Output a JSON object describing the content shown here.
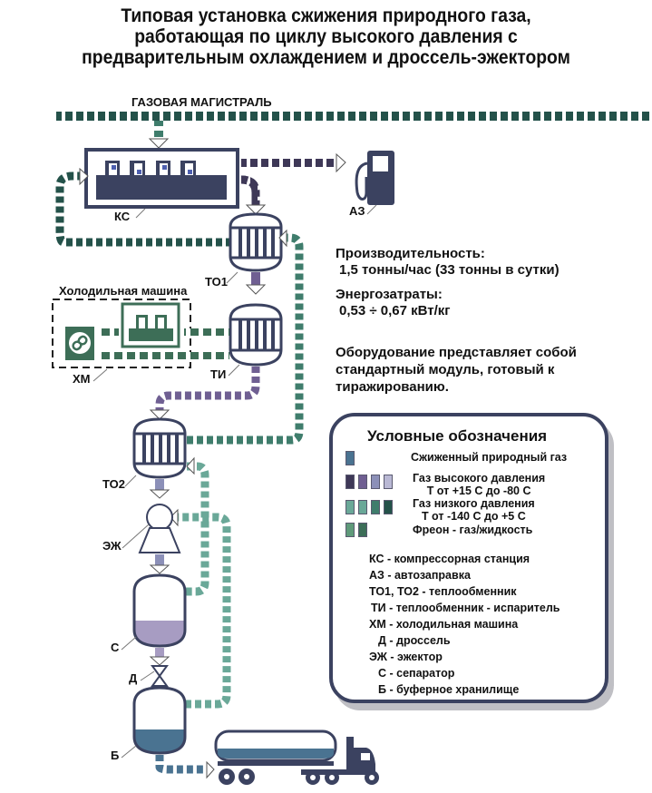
{
  "title": {
    "line1": "Типовая установка сжижения природного газа,",
    "line2": "работающая по циклу высокого давления с",
    "line3": "предварительным охлаждением и дроссель-эжектором"
  },
  "diagram": {
    "main_line_label": "ГАЗОВАЯ МАГИСТРАЛЬ",
    "labels": {
      "ks": "КС",
      "az": "АЗ",
      "to1": "ТО1",
      "ti": "ТИ",
      "to2": "ТО2",
      "ezh": "ЭЖ",
      "s": "С",
      "d": "Д",
      "b": "Б",
      "xm": "ХМ",
      "chiller_title": "Холодильная машина"
    },
    "colors": {
      "equipment": "#3b4260",
      "high_pressure_gas": [
        "#3e3857",
        "#6f5f92",
        "#8c90b8",
        "#b9b8d4"
      ],
      "low_pressure_gas": [
        "#6aa898",
        "#6aa898",
        "#3f7d6c",
        "#24524a"
      ],
      "freon": [
        "#5f9a7a",
        "#3c6e58"
      ],
      "lng": "#4a7391",
      "separator_liquid": "#a79cc2",
      "chiller_green": "#3d6e57"
    }
  },
  "info": {
    "capacity_label": "Производительность:",
    "capacity_value": "1,5 тонны/час (33 тонны в сутки)",
    "energy_label": "Энергозатраты:",
    "energy_value": "0,53 ÷ 0,67 кВт/кг",
    "description_line1": "Оборудование представляет собой",
    "description_line2": "стандартный модуль, готовый к",
    "description_line3": "тиражированию."
  },
  "legend": {
    "title": "Условные обозначения",
    "items": [
      {
        "text": "Сжиженный природный газ"
      },
      {
        "text": "Газ высокого давления",
        "sub": "Т от +15 С до -80 С"
      },
      {
        "text": "Газ низкого давления",
        "sub": "Т от -140 С до +5 С"
      },
      {
        "text": "Фреон - газ/жидкость"
      }
    ],
    "abbreviations": [
      "КС -  компрессорная станция",
      "АЗ  - автозаправка",
      "ТО1, ТО2  - теплообменник",
      "ТИ - теплообменник - испаритель",
      "ХМ - холодильная машина",
      "Д - дроссель",
      "ЭЖ - эжектор",
      "С - сепаратор",
      "Б - буферное хранилище"
    ]
  }
}
